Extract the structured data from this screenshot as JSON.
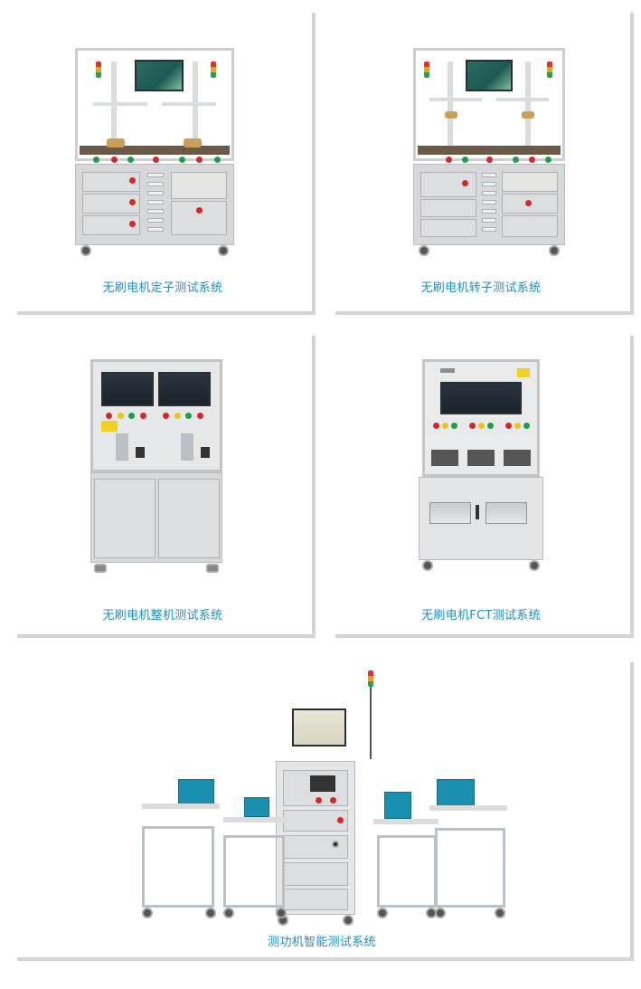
{
  "products": [
    {
      "id": "stator",
      "caption": "无刷电机定子测试系统",
      "image_alt": "brushless-motor-stator-test-system-photo"
    },
    {
      "id": "rotor",
      "caption": "无刷电机转子测试系统",
      "image_alt": "brushless-motor-rotor-test-system-photo"
    },
    {
      "id": "complete",
      "caption": "无刷电机整机测试系统",
      "image_alt": "brushless-motor-complete-test-system-photo"
    },
    {
      "id": "fct",
      "caption": "无刷电机FCT测试系统",
      "image_alt": "brushless-motor-fct-test-system-photo"
    },
    {
      "id": "dyno",
      "caption": "测功机智能测试系统",
      "image_alt": "dynamometer-intelligent-test-system-photo"
    }
  ],
  "colors": {
    "caption": "#1e8fbf",
    "card_shadow": "#d4d4d4",
    "background": "#ffffff"
  }
}
